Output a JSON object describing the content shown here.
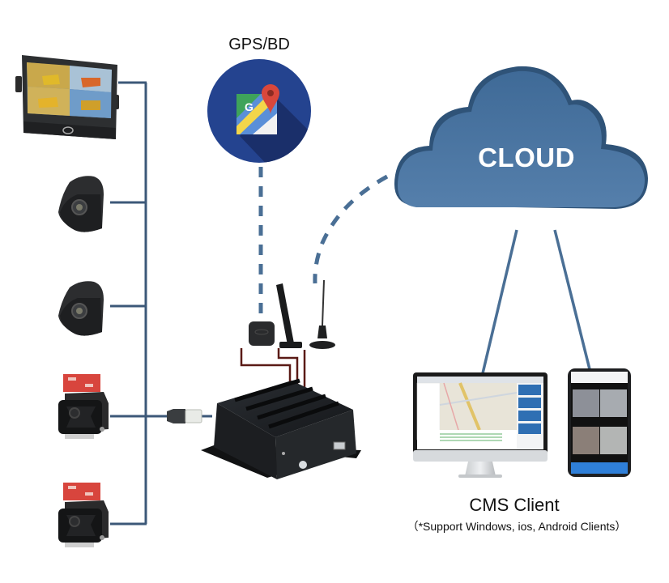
{
  "labels": {
    "gps": "GPS/BD",
    "cloud": "CLOUD",
    "cms_client": "CMS Client",
    "cms_support": "（*Support Windows, ios, Android Clients）"
  },
  "colors": {
    "link_line": "#4a6f95",
    "bus_line": "#3c5878",
    "cloud_fill": "#4b76a3",
    "cloud_shadow": "#2f5378",
    "gps_circle": "#24438f",
    "gps_shadow": "#1a2f6a",
    "antenna_cable": "#5a1a16",
    "device_body": "#1c1f22",
    "phone_tab_bar": "#2f7fd8",
    "camera_tape": "#d8453d"
  },
  "nodes": {
    "monitor": {
      "name": "Quad-view vehicle monitor",
      "icon": "monitor-icon"
    },
    "cameras": [
      {
        "name": "Side camera 1",
        "icon": "side-camera-icon"
      },
      {
        "name": "Side camera 2",
        "icon": "side-camera-icon"
      },
      {
        "name": "Mini camera 1",
        "icon": "mini-camera-icon"
      },
      {
        "name": "Mini camera 2",
        "icon": "mini-camera-icon"
      }
    ],
    "gps": {
      "name": "GPS/BD",
      "icon": "map-pin-icon"
    },
    "mdvr": {
      "name": "Mobile DVR",
      "icon": "mdvr-icon"
    },
    "antennas": [
      "GPS antenna",
      "4G antenna",
      "WiFi antenna"
    ],
    "cloud": {
      "name": "CLOUD",
      "icon": "cloud-icon"
    },
    "clients": [
      {
        "name": "Desktop CMS client",
        "icon": "desktop-icon"
      },
      {
        "name": "Mobile CMS client",
        "icon": "smartphone-icon"
      }
    ]
  }
}
